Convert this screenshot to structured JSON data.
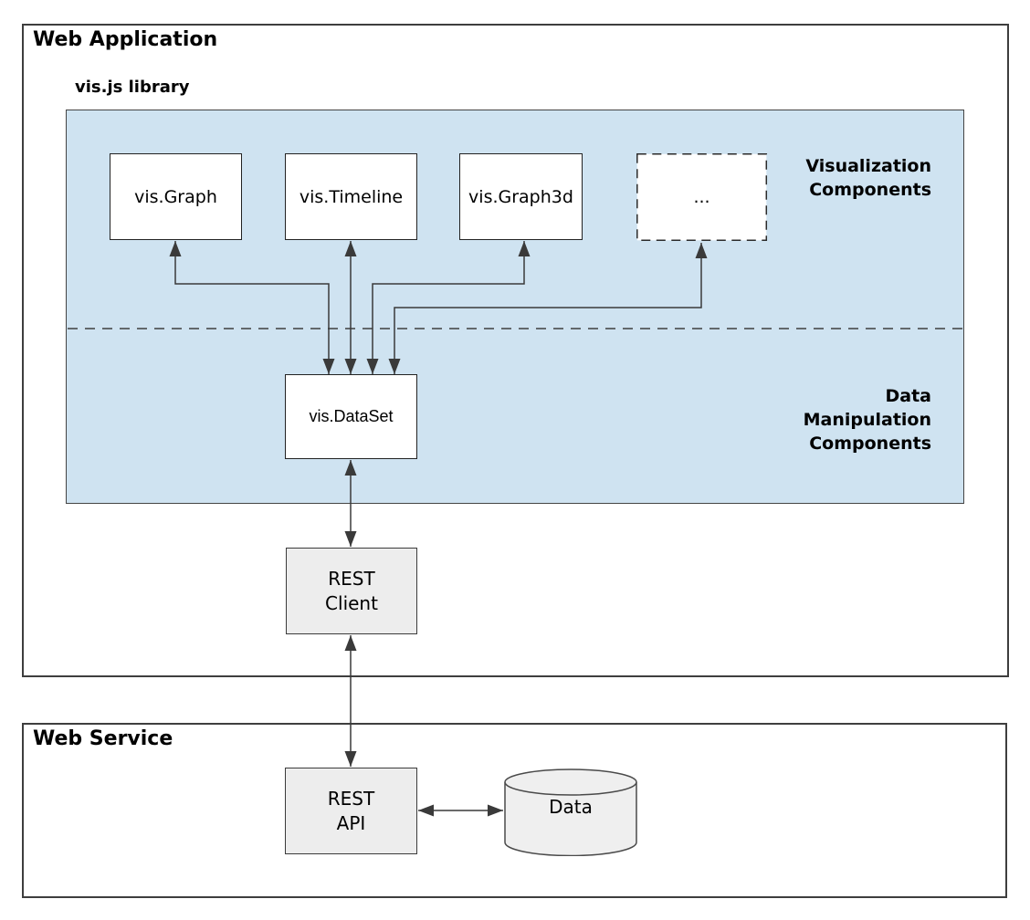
{
  "colors": {
    "library_background": "#cfe3f1",
    "node_fill_white": "#ffffff",
    "node_fill_gray": "#ededed",
    "line_color": "#3a3a3a"
  },
  "web_application": {
    "title": "Web Application",
    "library": {
      "title": "vis.js library",
      "component_boxes": [
        {
          "label": "vis.Graph"
        },
        {
          "label": "vis.Timeline"
        },
        {
          "label": "vis.Graph3d"
        },
        {
          "label": "..."
        }
      ],
      "section_labels": {
        "visualization": "Visualization\nComponents",
        "data_manipulation": "Data\nManipulation\nComponents"
      },
      "dataset_box": {
        "label": "vis.DataSet"
      }
    },
    "rest_client": {
      "label": "REST\nClient"
    }
  },
  "web_service": {
    "title": "Web Service",
    "rest_api": {
      "label": "REST\nAPI"
    },
    "data_store": {
      "label": "Data"
    }
  }
}
